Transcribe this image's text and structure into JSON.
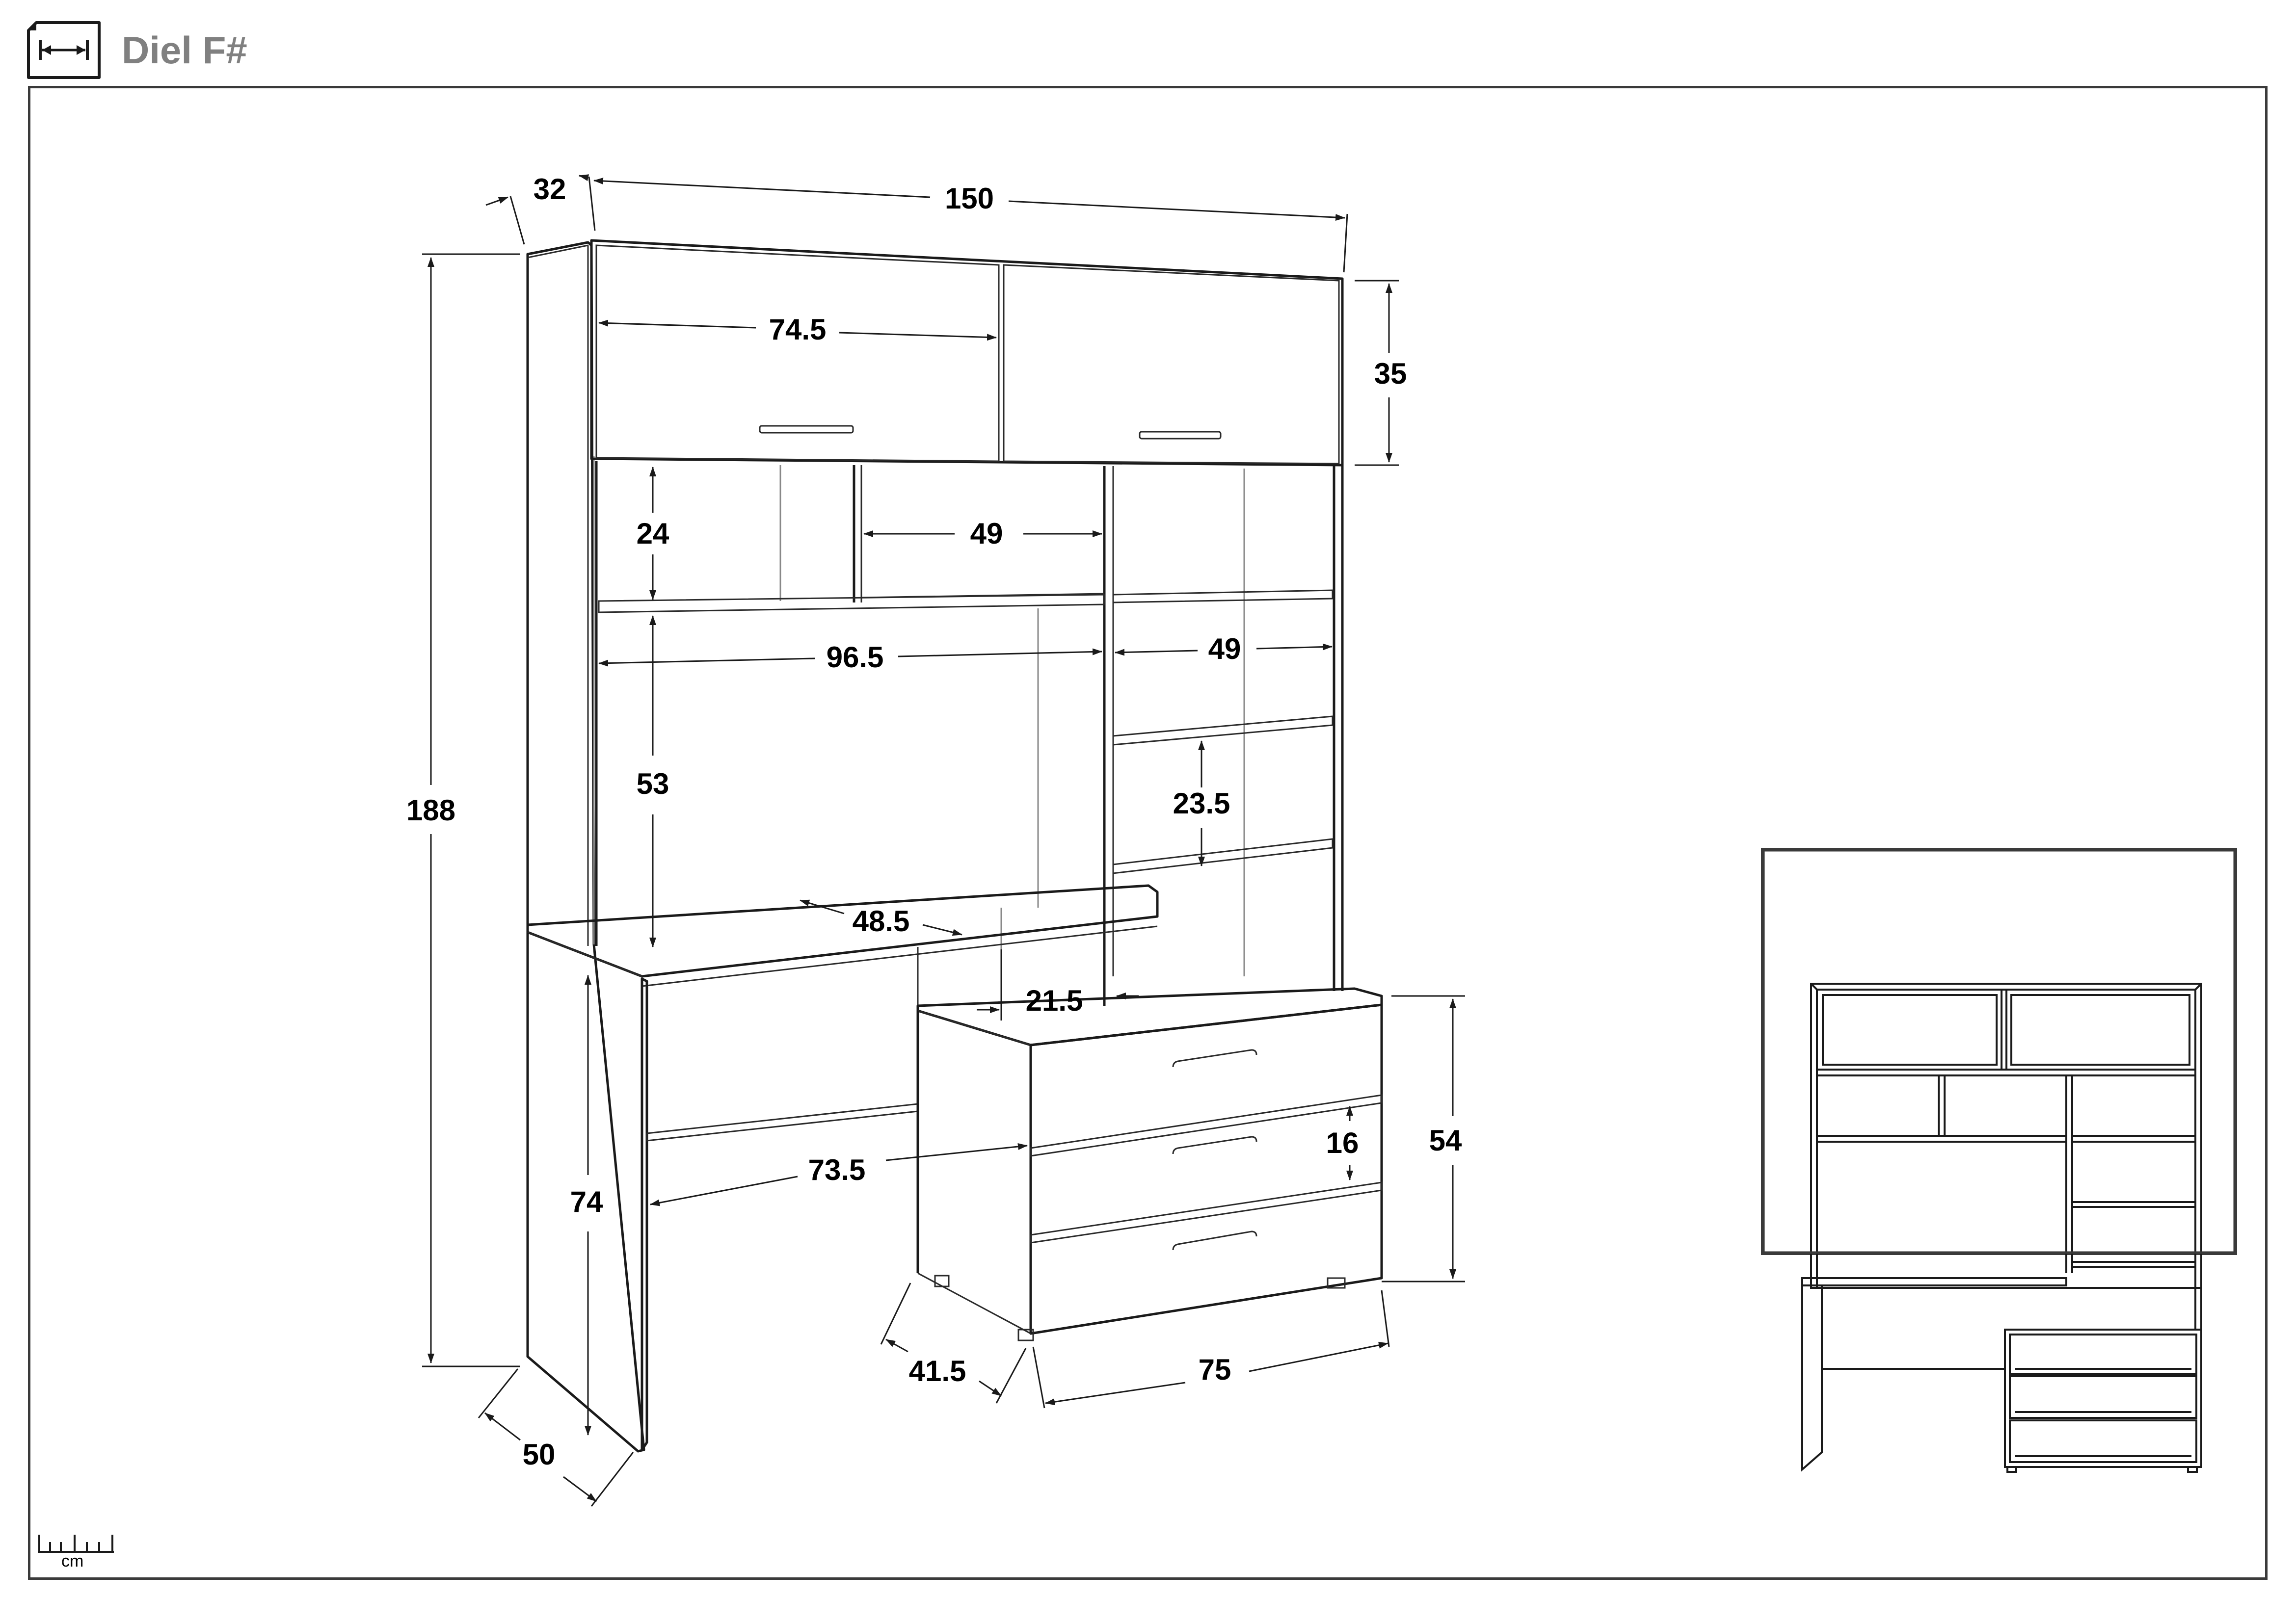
{
  "header": {
    "title": "Diel F#",
    "icon": "width-dimension-icon"
  },
  "dimensions": {
    "depth_top": "32",
    "width_total": "150",
    "door_width": "74.5",
    "door_height": "35",
    "upper_shelf_height": "24",
    "upper_compartment_width": "49",
    "desk_opening_width": "96.5",
    "side_shelf_width": "49",
    "desk_opening_height": "53",
    "side_shelf_spacing": "23.5",
    "desk_extension_depth": "48.5",
    "drawer_offset": "21.5",
    "total_height": "188",
    "drawer_height": "16",
    "drawer_unit_height": "54",
    "desk_height": "74",
    "desk_length": "73.5",
    "drawer_unit_depth": "41.5",
    "drawer_unit_width": "75",
    "desk_depth": "50"
  },
  "unit": {
    "label": "cm",
    "icon": "ruler-icon"
  }
}
